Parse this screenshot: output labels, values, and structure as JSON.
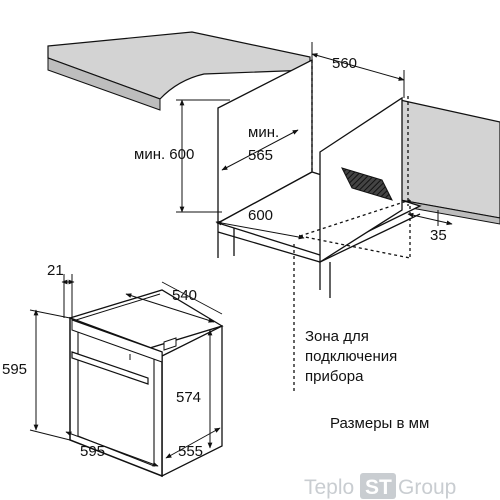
{
  "diagram": {
    "niche": {
      "min_height": "мин. 600",
      "min_depth_label": "мин.",
      "min_depth_value": "565",
      "width": "560",
      "opening_depth": "600",
      "side_offset": "35"
    },
    "appliance": {
      "front_offset": "21",
      "depth": "540",
      "height": "595",
      "inner_height": "574",
      "width": "595",
      "body_depth": "555"
    },
    "connection_zone": [
      "Зона для",
      "подключения",
      "прибора"
    ],
    "units_note": "Размеры в мм"
  },
  "brand": {
    "part1": "Teplo",
    "badge": "ST",
    "part2": "Group",
    "colors": {
      "text": "#c9cdd1",
      "badge_bg": "#c9cdd1",
      "badge_text": "#ffffff"
    }
  },
  "colors": {
    "countertop": "#d3d3d3",
    "vent": "#2a2a2a",
    "line": "#111111"
  }
}
